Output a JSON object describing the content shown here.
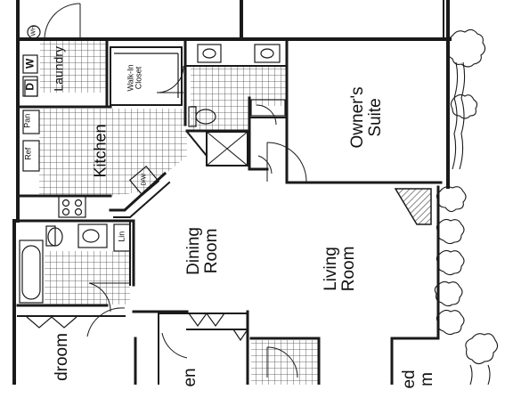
{
  "rooms": {
    "laundry": "Laundry",
    "washer": "W",
    "dryer": "D",
    "walk_in_closet_1": "Walk-In",
    "walk_in_closet_2": "Closet",
    "kitchen": "Kitchen",
    "pantry": "Pan",
    "refrigerator": "Ref",
    "dishwasher": "D/W",
    "owners_suite_1": "Owner's",
    "owners_suite_2": "Suite",
    "dining_1": "Dining",
    "dining_2": "Room",
    "living_1": "Living",
    "living_2": "Room",
    "linen": "Lin",
    "bedroom_partial": "droom",
    "bedroom2_partial": "en",
    "bedroom3_partial_1": "ed",
    "bedroom3_partial_2": "m",
    "water_heater": "WH"
  },
  "colors": {
    "line": "#1a1a1a",
    "tile": "#444444",
    "fireplace": "#666666"
  },
  "icons": [
    "tree-shrub-icon",
    "door-swing-icon",
    "sink-icon",
    "toilet-icon",
    "tub-icon",
    "stove-burner-icon",
    "fireplace-icon"
  ]
}
